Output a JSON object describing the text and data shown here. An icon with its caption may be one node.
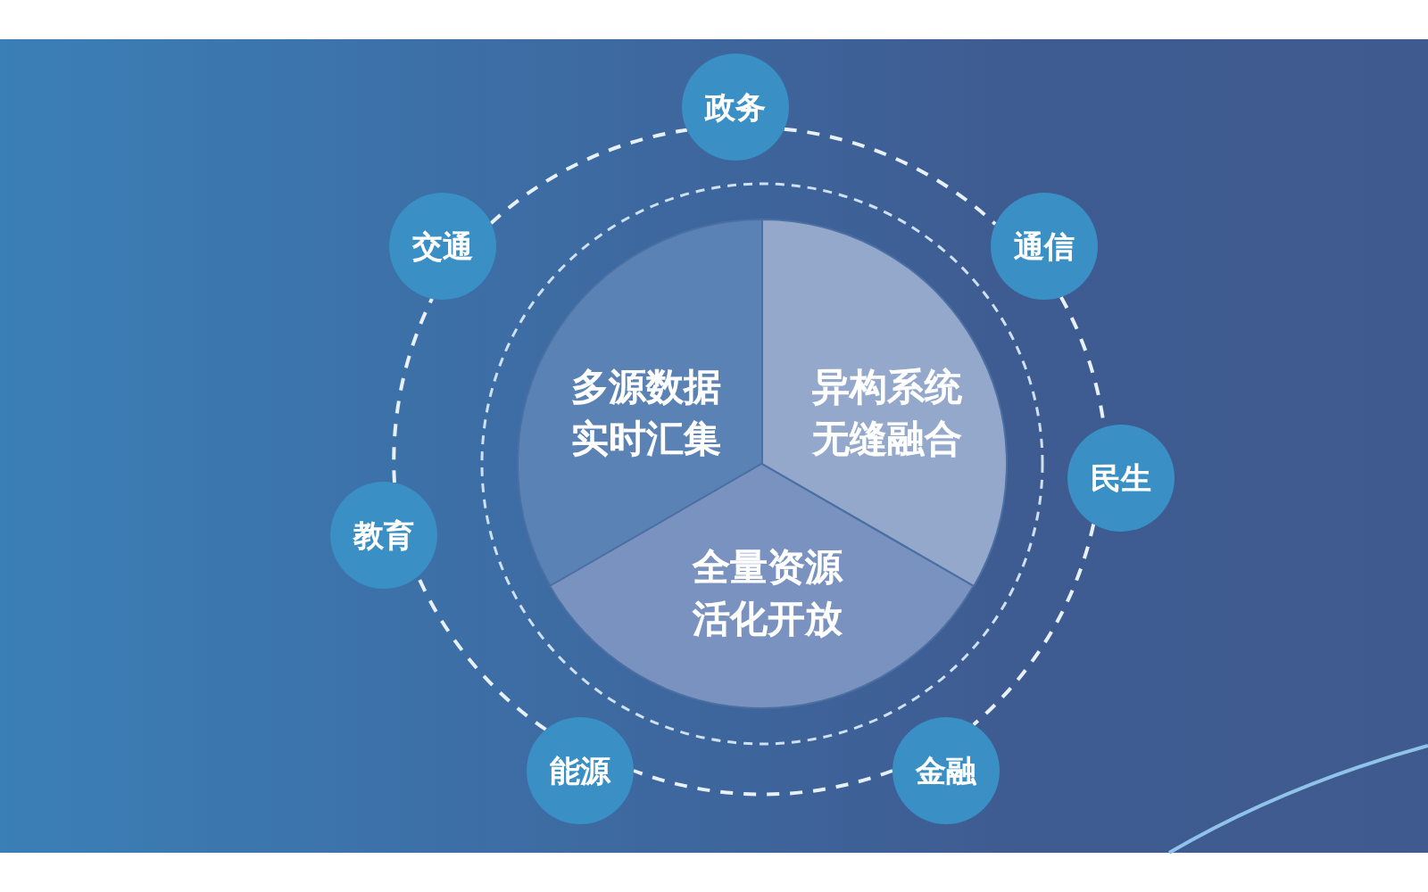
{
  "diagram": {
    "nodes": [
      {
        "text": [
          "政务"
        ]
      },
      {
        "text": [
          "交通"
        ]
      },
      {
        "text": [
          "通信"
        ]
      },
      {
        "text": [
          "多源数据实时汇集"
        ]
      },
      {
        "text": [
          "异构系统无缝融合"
        ]
      },
      {
        "text": [
          "民生"
        ]
      },
      {
        "text": [
          "教育"
        ]
      },
      {
        "text": [
          "全量资源活化开放"
        ]
      },
      {
        "text": [
          "能源"
        ]
      },
      {
        "text": [
          "金融"
        ]
      }
    ],
    "edges": [
      {
        "from": 0,
        "to": 2,
        "arrow": "none",
        "style": "dashed"
      },
      {
        "from": 2,
        "to": 5,
        "arrow": "none",
        "style": "dashed"
      },
      {
        "from": 5,
        "to": 9,
        "arrow": "none",
        "style": "dashed"
      },
      {
        "from": 9,
        "to": 8,
        "arrow": "none",
        "style": "dashed"
      },
      {
        "from": 8,
        "to": 6,
        "arrow": "none",
        "style": "dashed"
      },
      {
        "from": 6,
        "to": 1,
        "arrow": "none",
        "style": "dashed"
      },
      {
        "from": 1,
        "to": 0,
        "arrow": "none",
        "style": "dashed"
      }
    ]
  }
}
